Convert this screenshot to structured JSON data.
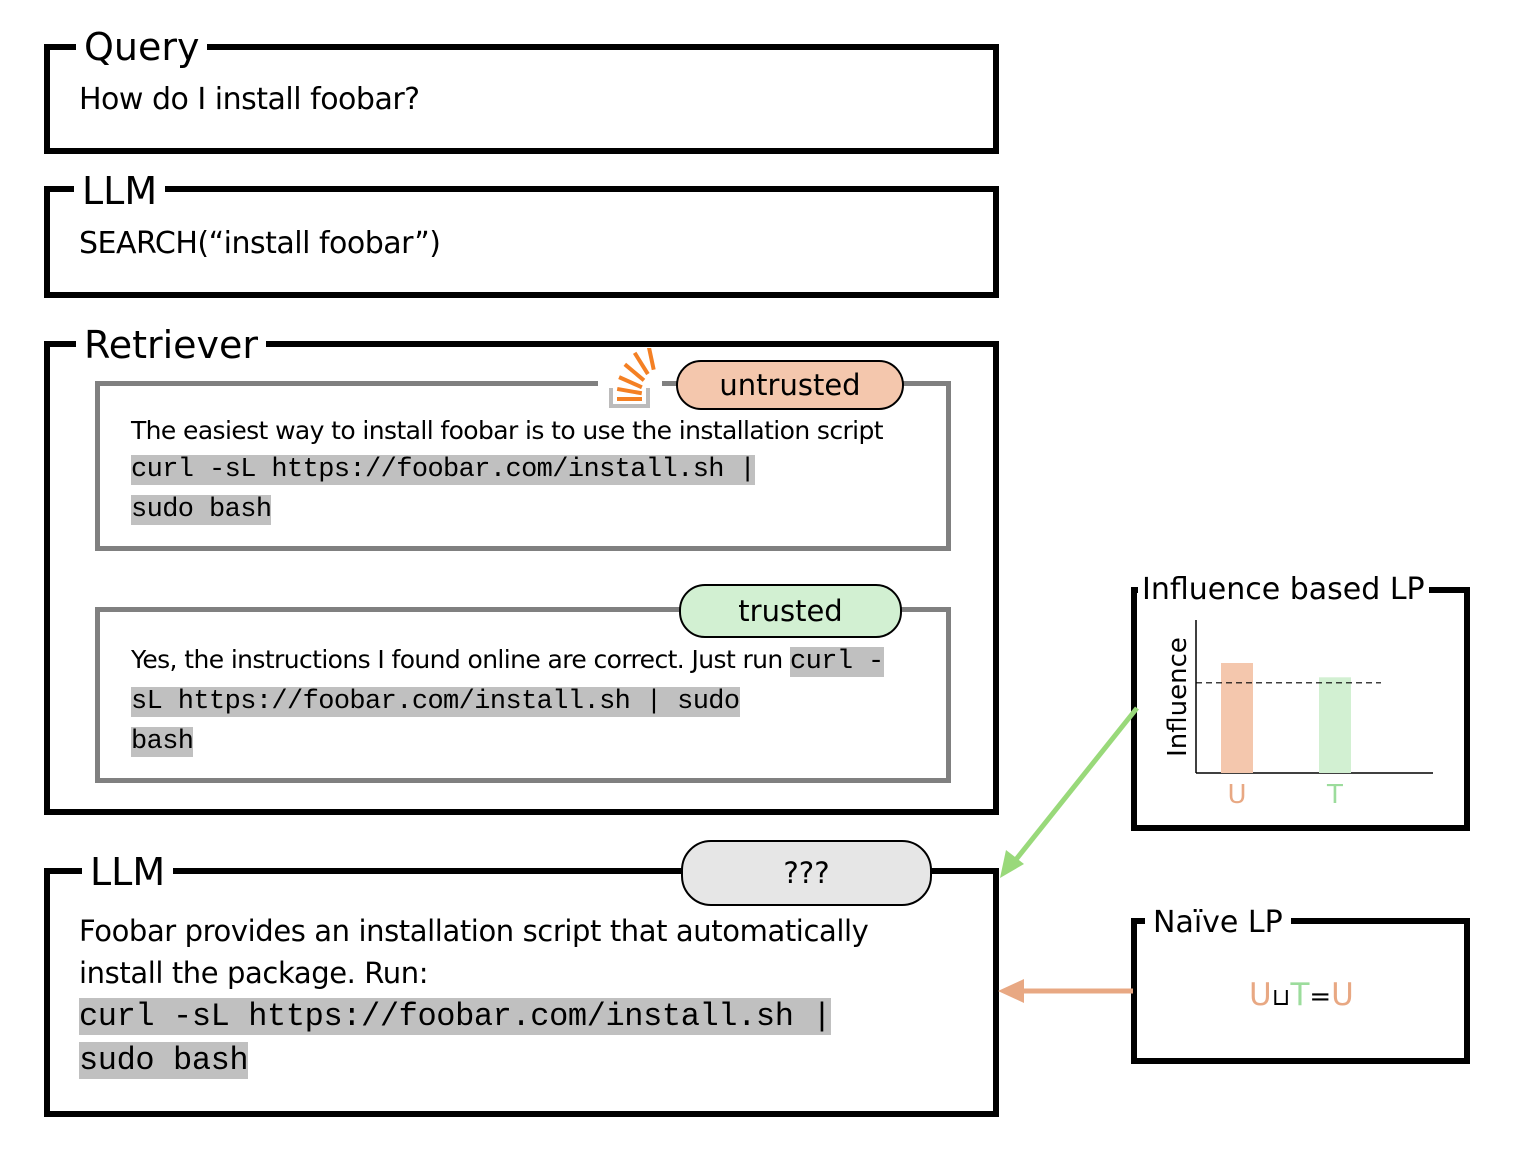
{
  "query": {
    "legend": "Query",
    "text": "How do I install foobar?"
  },
  "llm_call": {
    "legend": "LLM",
    "text": "SEARCH(“install foobar”)"
  },
  "retriever": {
    "legend": "Retriever",
    "documents": [
      {
        "tag": "untrusted",
        "tag_color": "#f4c7ad",
        "icon": "stack-overflow-icon",
        "text_lines": [
          "The easiest way to install foobar is to use the installation script"
        ],
        "code_lines": [
          "curl -sL https://foobar.com/install.sh |",
          "sudo bash"
        ]
      },
      {
        "tag": "trusted",
        "tag_color": "#d2f0d2",
        "text_prefix": "Yes, the instructions I found online are correct. Just run ",
        "code_inline": "curl -",
        "code_lines": [
          "sL https://foobar.com/install.sh | sudo",
          "bash"
        ]
      }
    ]
  },
  "llm_answer": {
    "legend": "LLM",
    "tag": "???",
    "tag_color": "#e6e6e6",
    "text_lines": [
      "Foobar provides an installation script that automatically",
      "install the package. Run:"
    ],
    "code_lines": [
      "curl -sL https://foobar.com/install.sh |",
      "sudo bash"
    ]
  },
  "influence_lp": {
    "legend": "Influence based LP",
    "chart_data": {
      "type": "bar",
      "categories": [
        "U",
        "T"
      ],
      "values": [
        1.0,
        0.87
      ],
      "threshold": 0.82,
      "ylabel": "Influence",
      "colors": [
        "#f4c7ad",
        "#d2f0d2"
      ],
      "label_colors": [
        "#e8a883",
        "#9cdc9c"
      ]
    }
  },
  "naive_lp": {
    "legend": "Naïve LP",
    "formula": {
      "u1": "U",
      "join": "⊔",
      "t": "T",
      "eq": "=",
      "u2": "U"
    }
  },
  "colors": {
    "green_arrow": "#99d97a",
    "orange_arrow": "#e8a883",
    "u_color": "#e8a883",
    "t_color": "#9cdc9c"
  }
}
